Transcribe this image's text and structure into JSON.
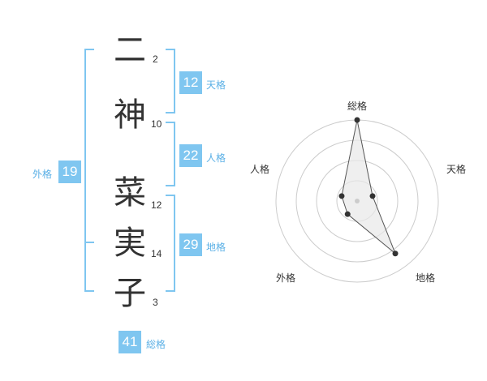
{
  "name_chars": [
    "二",
    "神",
    "菜",
    "実",
    "子"
  ],
  "stroke_counts": [
    "2",
    "10",
    "12",
    "14",
    "3"
  ],
  "fortunes": {
    "tenkaku": {
      "value": "12",
      "label": "天格"
    },
    "jinkaku": {
      "value": "22",
      "label": "人格"
    },
    "chikaku": {
      "value": "29",
      "label": "地格"
    },
    "gaikaku": {
      "value": "19",
      "label": "外格"
    },
    "soukaku": {
      "value": "41",
      "label": "総格"
    }
  },
  "chart_data": {
    "type": "radar",
    "categories": [
      "総格",
      "天格",
      "地格",
      "外格",
      "人格"
    ],
    "values": [
      5,
      1,
      4,
      1,
      1
    ],
    "max": 5,
    "rings": 4,
    "colors": {
      "accent": "#7fc6f0",
      "line": "#555555",
      "fill": "#e8e8e8"
    }
  }
}
